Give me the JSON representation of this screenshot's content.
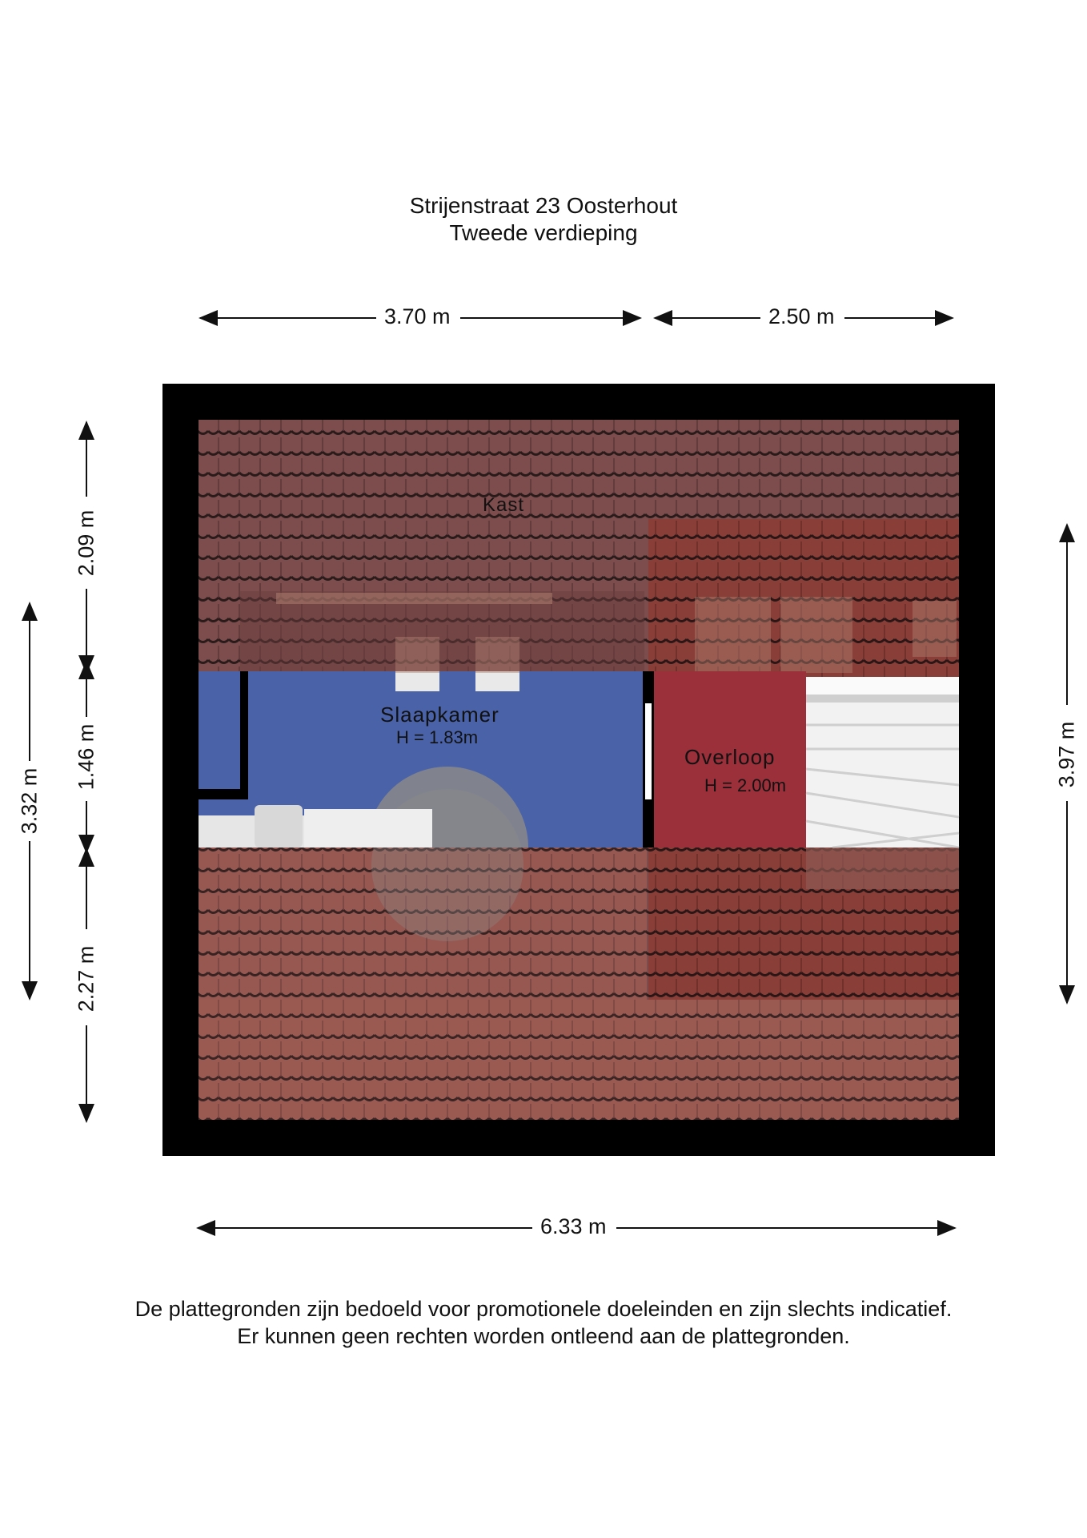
{
  "header": {
    "address": "Strijenstraat 23 Oosterhout",
    "floor": "Tweede verdieping"
  },
  "dimensions": {
    "top_left": "3.70 m",
    "top_right": "2.50 m",
    "bottom": "6.33 m",
    "left_outer": "3.32 m",
    "left_top": "2.09 m",
    "left_middle": "1.46 m",
    "left_bottom": "2.27 m",
    "right": "3.97 m"
  },
  "rooms": {
    "kast": {
      "name": "Kast"
    },
    "slaapkamer": {
      "name": "Slaapkamer",
      "height": "H = 1.83m"
    },
    "overloop": {
      "name": "Overloop",
      "height": "H = 2.00m"
    }
  },
  "colors": {
    "wall": "#000000",
    "roof_tile": "#7a4a4a",
    "roof_tile_dark": "#8a3b33",
    "slaapkamer": "#4a62a8",
    "overloop": "#9b2f3a",
    "stairs": "#e8e8e8"
  },
  "footer": {
    "line1": "De plattegronden zijn bedoeld voor promotionele doeleinden en zijn slechts indicatief.",
    "line2": "Er kunnen geen rechten worden ontleend aan de plattegronden."
  }
}
